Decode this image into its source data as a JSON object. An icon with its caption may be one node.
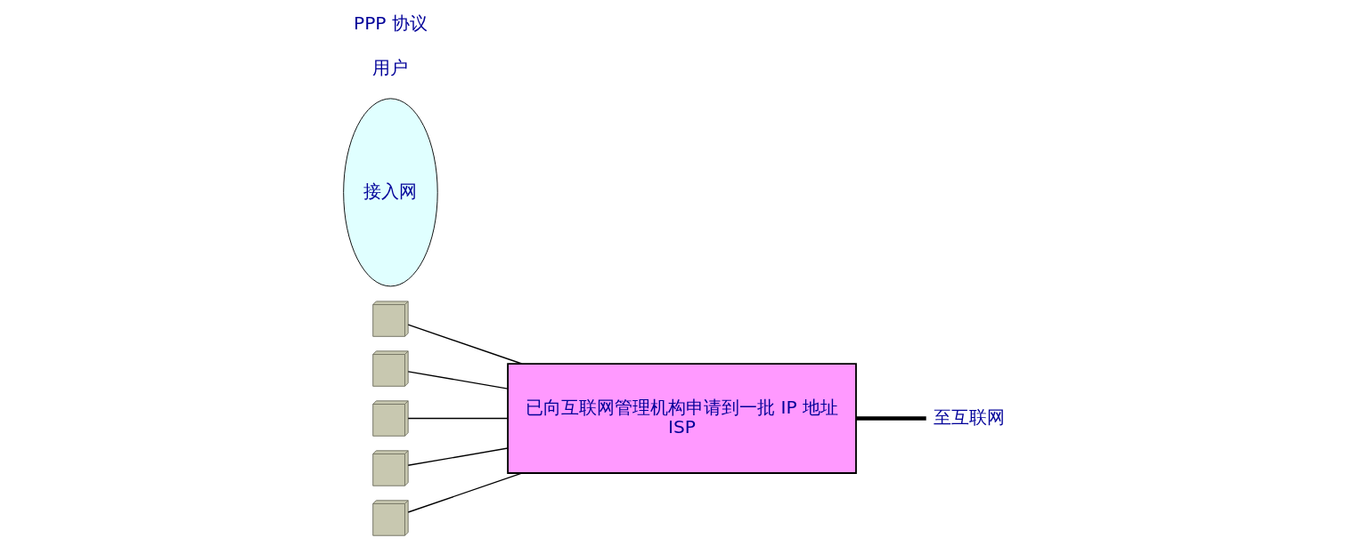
{
  "diagram": {
    "nodes": [
      {
        "text": [],
        "shape": "computer"
      },
      {
        "text": [],
        "shape": "computer"
      },
      {
        "text": [],
        "shape": "computer"
      },
      {
        "text": [],
        "shape": "computer"
      },
      {
        "text": [],
        "shape": "computer"
      },
      {
        "text": [
          "接入网"
        ]
      },
      {
        "text": [
          "已向互联网管理机构申请到一批 IP 地址",
          "ISP"
        ]
      },
      {
        "text": [
          "至互联网"
        ]
      }
    ],
    "edges": [
      {
        "from": 0,
        "to": 6,
        "arrow": "none"
      },
      {
        "from": 1,
        "to": 6,
        "arrow": "none"
      },
      {
        "from": 2,
        "to": 6,
        "arrow": "none"
      },
      {
        "from": 3,
        "to": 6,
        "arrow": "none"
      },
      {
        "from": 4,
        "to": 6,
        "arrow": "none"
      },
      {
        "from": 6,
        "to": 7,
        "arrow": "none",
        "style": "thick"
      }
    ],
    "labels": [
      "用户",
      "PPP 协议"
    ]
  }
}
